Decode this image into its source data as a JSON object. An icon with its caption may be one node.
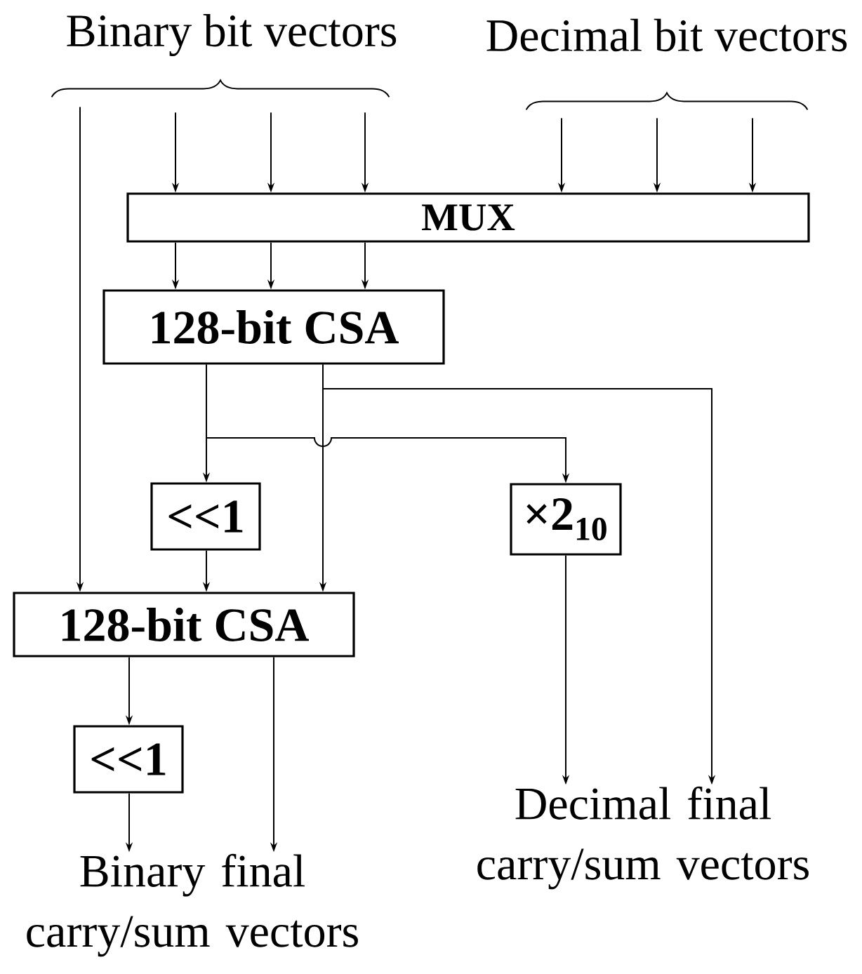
{
  "diagram": {
    "nodes": [
      {
        "text": [],
        "shape": "brace"
      },
      {
        "text": [],
        "shape": "brace"
      },
      {
        "text": [
          "MUX"
        ]
      },
      {
        "text": [
          "128-bit CSA"
        ]
      },
      {
        "text": [
          "<<1"
        ]
      },
      {
        "text": [
          "×2$_{10}$"
        ]
      },
      {
        "text": [
          "128-bit CSA"
        ]
      },
      {
        "text": [
          "<<1"
        ]
      },
      {
        "text": [
          "Binary final carry/sum vectors"
        ]
      },
      {
        "text": [
          "Decimal final carry/sum vectors"
        ]
      }
    ],
    "edges": [
      {
        "from": 0,
        "to": 2,
        "arrow": "to"
      },
      {
        "from": 0,
        "to": 2,
        "arrow": "to"
      },
      {
        "from": 0,
        "to": 2,
        "arrow": "to"
      },
      {
        "from": 1,
        "to": 2,
        "arrow": "to"
      },
      {
        "from": 1,
        "to": 2,
        "arrow": "to"
      },
      {
        "from": 1,
        "to": 2,
        "arrow": "to"
      },
      {
        "from": 2,
        "to": 3,
        "arrow": "to"
      },
      {
        "from": 2,
        "to": 3,
        "arrow": "to"
      },
      {
        "from": 2,
        "to": 3,
        "arrow": "to"
      },
      {
        "from": 0,
        "to": 6,
        "arrow": "to"
      },
      {
        "from": 3,
        "to": 4,
        "arrow": "to"
      },
      {
        "from": 3,
        "to": 5,
        "arrow": "to"
      },
      {
        "from": 3,
        "to": 6,
        "arrow": "to"
      },
      {
        "from": 3,
        "to": 9,
        "arrow": "to"
      },
      {
        "from": 4,
        "to": 6,
        "arrow": "to"
      },
      {
        "from": 5,
        "to": 9,
        "arrow": "to"
      },
      {
        "from": 6,
        "to": 7,
        "arrow": "to"
      },
      {
        "from": 7,
        "to": 8,
        "arrow": "to"
      },
      {
        "from": 6,
        "to": 8,
        "arrow": "to"
      }
    ],
    "labels": [
      "Binary bit vectors",
      "Decimal bit vectors"
    ]
  }
}
